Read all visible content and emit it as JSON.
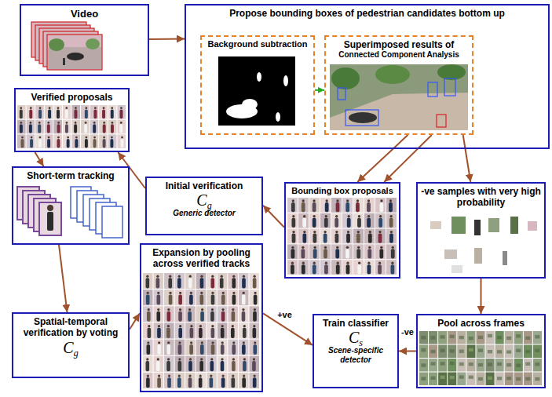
{
  "diagram": {
    "nodes": [
      {
        "text": [
          "Video"
        ]
      },
      {
        "text": [
          "Propose bounding boxes of pedestrian candidates bottom up"
        ]
      },
      {
        "text": [
          "Background subtraction"
        ],
        "in": 1
      },
      {
        "text": [
          "Superimposed results of",
          "Connected Component Analysis"
        ],
        "in": 1
      },
      {
        "text": [
          "Verified proposals"
        ]
      },
      {
        "text": [
          "Initial verification",
          "C",
          "g",
          "Generic detector"
        ]
      },
      {
        "text": [
          "Bounding box proposals"
        ]
      },
      {
        "text": [
          "-ve samples with very high probability"
        ]
      },
      {
        "text": [
          "Short-term tracking"
        ]
      },
      {
        "text": [
          "Expansion by pooling across verified tracks"
        ]
      },
      {
        "text": [
          "Spatial-temporal verification by voting",
          "C",
          "g"
        ]
      },
      {
        "text": [
          "Train classifier",
          "C",
          "s",
          "Scene-specific detector"
        ]
      },
      {
        "text": [
          "Pool across frames"
        ]
      }
    ],
    "edges": [
      {
        "from": 0,
        "to": 1,
        "arrow": "to"
      },
      {
        "from": 2,
        "to": 3,
        "arrow": "to"
      },
      {
        "from": 3,
        "to": 6,
        "arrow": "to"
      },
      {
        "from": 3,
        "to": 6,
        "arrow": "to"
      },
      {
        "from": 3,
        "to": 7,
        "arrow": "to"
      },
      {
        "from": 6,
        "to": 5,
        "arrow": "to"
      },
      {
        "from": 5,
        "to": 4,
        "arrow": "to"
      },
      {
        "from": 4,
        "to": 8,
        "arrow": "to"
      },
      {
        "from": 8,
        "to": 10,
        "arrow": "to"
      },
      {
        "from": 10,
        "to": 9,
        "arrow": "to"
      },
      {
        "from": 9,
        "to": 11,
        "label": "+ve",
        "arrow": "to"
      },
      {
        "from": 12,
        "to": 11,
        "label": "-ve",
        "arrow": "to"
      },
      {
        "from": 7,
        "to": 12,
        "arrow": "to"
      }
    ]
  }
}
